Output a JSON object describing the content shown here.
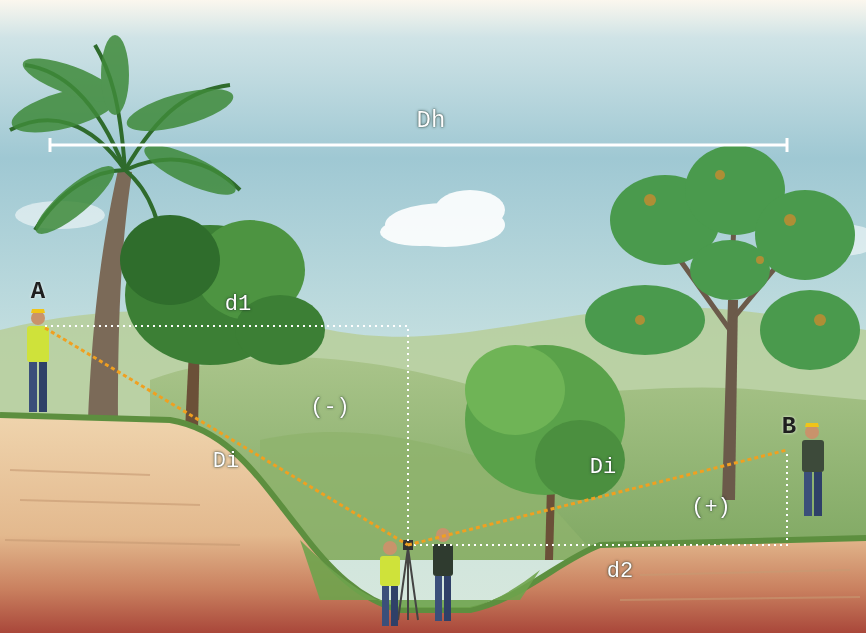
{
  "diagram": {
    "labels": [
      "Dh",
      "A",
      "d1",
      "(-)",
      "Di",
      "Di",
      "B",
      "(+)",
      "d2"
    ]
  }
}
